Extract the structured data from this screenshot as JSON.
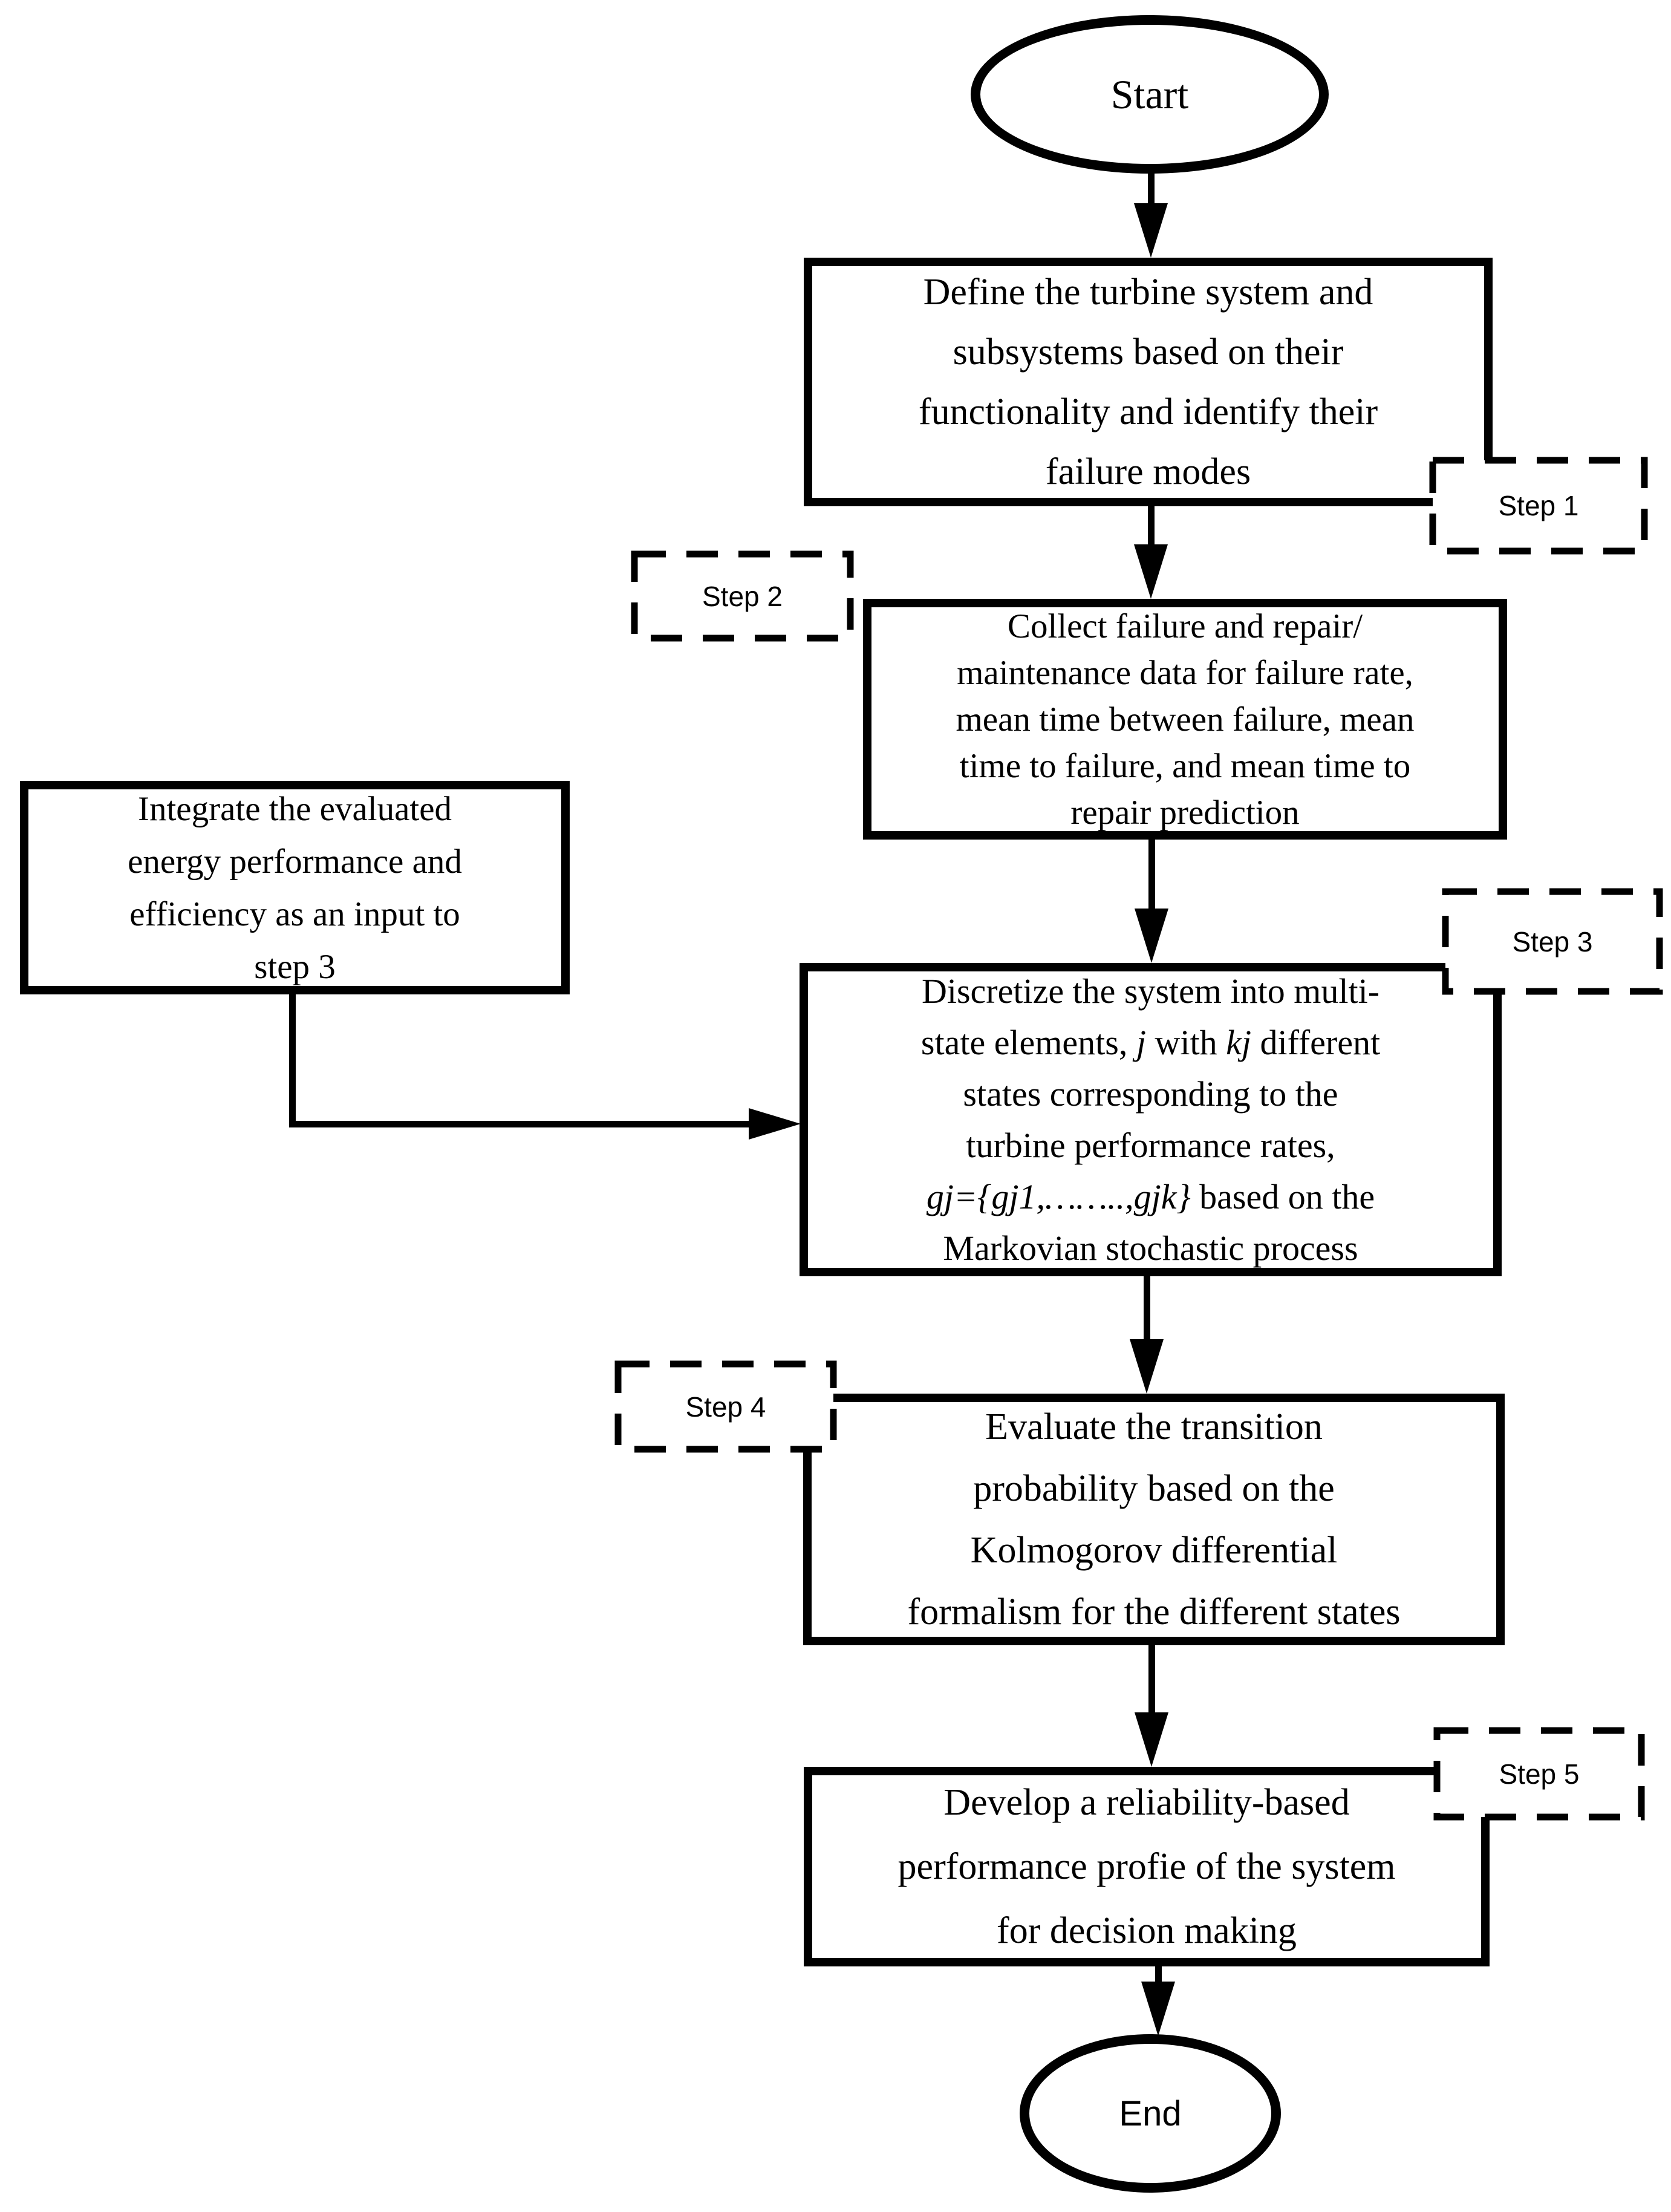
{
  "colors": {
    "ink": "#000000",
    "paper": "#ffffff"
  },
  "terminators": {
    "start": "Start",
    "end": "End"
  },
  "steps": [
    {
      "label": "Step 1"
    },
    {
      "label": "Step 2"
    },
    {
      "label": "Step 3"
    },
    {
      "label": "Step 4"
    },
    {
      "label": "Step 5"
    }
  ],
  "boxes": {
    "define": {
      "lines": [
        "Define the turbine system and",
        "subsystems based on their",
        "functionality and identify their",
        "failure modes"
      ]
    },
    "collect": {
      "lines": [
        "Collect failure and repair/",
        "maintenance data for failure rate,",
        "mean time between failure, mean",
        "time to failure, and mean time to",
        "repair prediction"
      ]
    },
    "integrate": {
      "lines": [
        "Integrate the evaluated",
        "energy performance and",
        "efficiency as an input to",
        "step 3"
      ]
    },
    "discretize": {
      "line1": "Discretize the system into multi-",
      "line2": [
        "state elements, ",
        "j",
        " with ",
        "kj",
        " different"
      ],
      "line3": "states corresponding to the",
      "line4": "turbine performance rates,",
      "line5": [
        "gj={gj1,……..,gjk}",
        " based on the"
      ],
      "line6": "Markovian stochastic process"
    },
    "evaluate": {
      "lines": [
        "Evaluate the transition",
        "probability based on the",
        "Kolmogorov differential",
        "formalism for the different states"
      ]
    },
    "develop": {
      "lines": [
        "Develop a reliability-based",
        "performance profie of the system",
        "for decision making"
      ]
    }
  }
}
